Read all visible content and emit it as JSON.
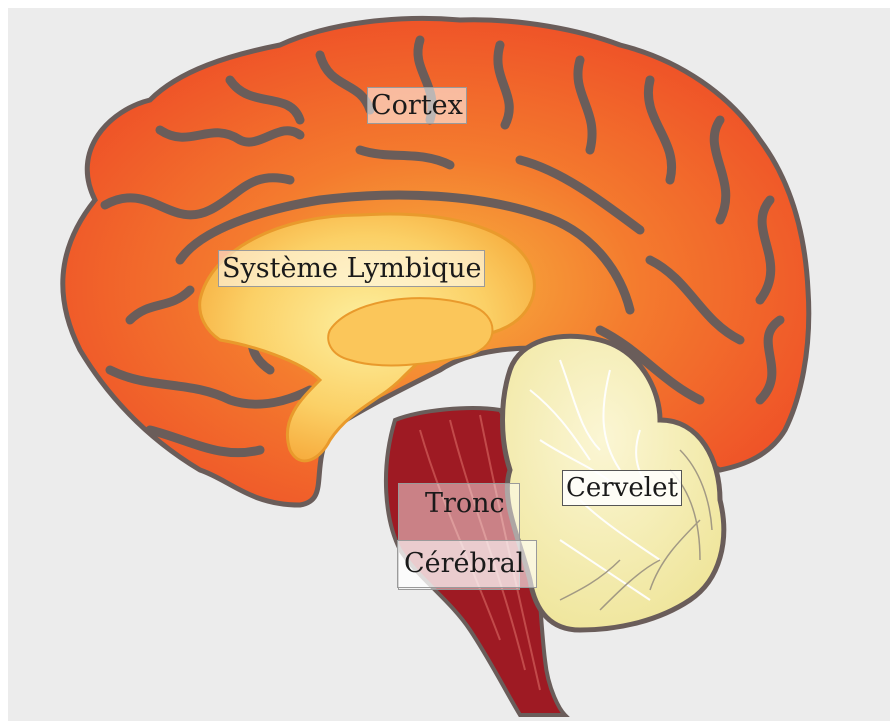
{
  "diagram": {
    "labels": {
      "cortex": "Cortex",
      "limbic": "Système Lymbique",
      "cerebellum": "Cervelet",
      "brainstem_line1": "Tronc",
      "brainstem_line2": "Cérébral"
    },
    "colors": {
      "background": "#ececec",
      "cortex_fill": "#f0552a",
      "cortex_center": "#f7a23a",
      "sulci": "#6a5d5a",
      "limbic_fill": "#fbd066",
      "limbic_outline": "#e99a2c",
      "brainstem_fill": "#9e1a23",
      "cerebellum_fill": "#f2eab0",
      "cerebellum_outline": "#6a5d5a"
    }
  }
}
